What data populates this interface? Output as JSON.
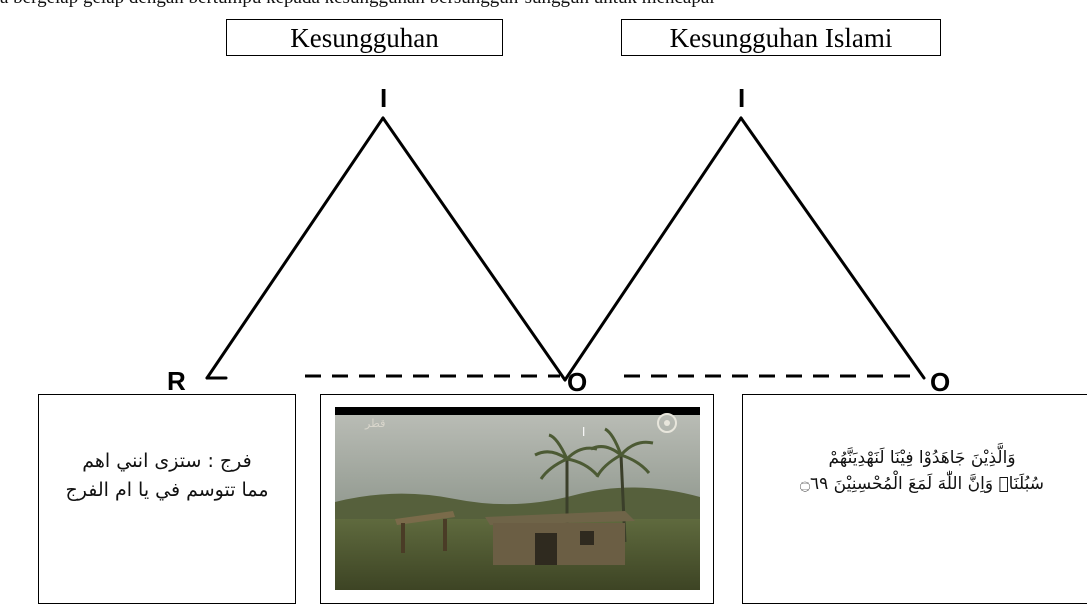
{
  "header": {
    "partial_text": "a bergelap gelap dengan bertumpu kepada kesungguhan bersungguh-sungguh untuk mencapai"
  },
  "titles": {
    "left": "Kesungguhan",
    "right": "Kesungguhan Islami"
  },
  "nodes": {
    "left_peak": "I",
    "right_peak": "I",
    "left_base": "R",
    "middle_base": "O",
    "right_base": "O"
  },
  "panels": {
    "caption_line1": "فرج : ستزى انني اهم",
    "caption_line2": "مما تتوسم في يا ام الفرج",
    "video_channel_text": "قطر",
    "video_subtitle": "ا",
    "verse_line1": "وَالَّذِيْنَ جَاهَدُوْا فِيْنَا لَنَهْدِيَنَّهُمْ",
    "verse_line2": "سُبُلَنَاۗ وَاِنَّ اللّٰهَ لَمَعَ الْمُحْسِنِيْنَ ۝٦٩"
  },
  "colors": {
    "line": "#000000",
    "border": "#000000",
    "video_bg": "#000000",
    "sky": "#9aa29a",
    "ground": "#4e5732"
  }
}
